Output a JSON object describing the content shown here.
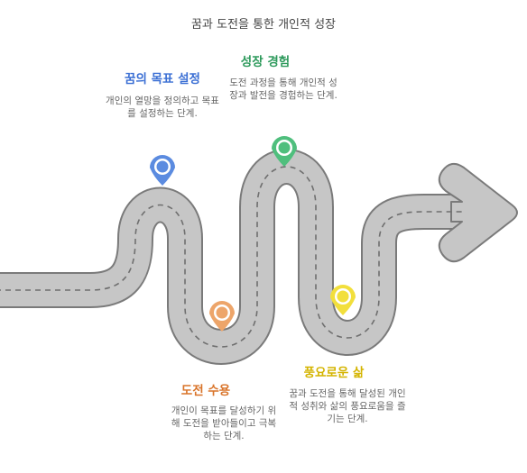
{
  "title": "꿈과 도전을 통한 개인적 성장",
  "colors": {
    "road": "#c4c4c4",
    "road_edge": "#7a7a7a",
    "dash": "#6f6f6f",
    "blue": "#5b8be0",
    "green": "#4fbf7d",
    "orange": "#eda56a",
    "yellow": "#f2df3c"
  },
  "steps": [
    {
      "title": "꿈의 목표 설정",
      "desc": "개인의 열망을 정의하고 목표를 설정하는 단계.",
      "color": "blue",
      "icon": "map-pin-icon"
    },
    {
      "title": "성장 경험",
      "desc": "도전 과정을 통해 개인적 성장과 발전을 경험하는 단계.",
      "color": "green",
      "icon": "map-pin-icon"
    },
    {
      "title": "도전 수용",
      "desc": "개인이 목표를 달성하기 위해 도전을 받아들이고 극복하는 단계.",
      "color": "orange",
      "icon": "map-pin-icon"
    },
    {
      "title": "풍요로운 삶",
      "desc": "꿈과 도전을 통해 달성된 개인적 성취와 삶의 풍요로움을 즐기는 단계.",
      "color": "yellow",
      "icon": "map-pin-icon"
    }
  ]
}
